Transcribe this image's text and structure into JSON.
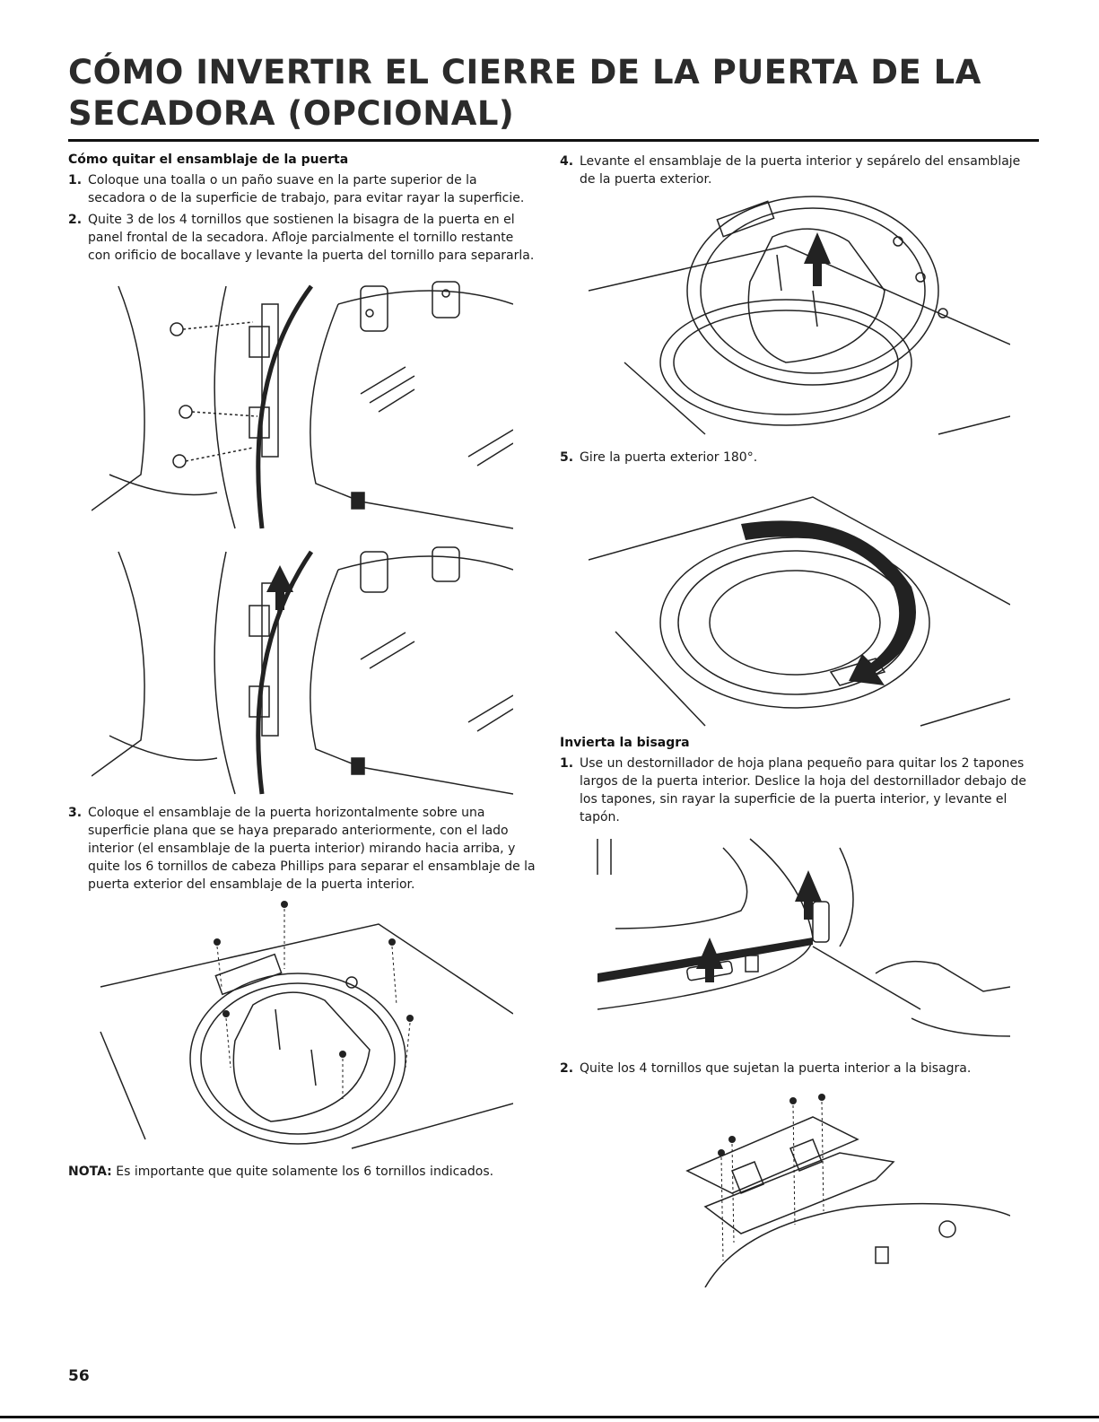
{
  "title": "CÓMO INVERTIR EL CIERRE DE LA PUERTA DE LA SECADORA (OPCIONAL)",
  "left": {
    "section_title": "Cómo quitar el ensamblaje de la puerta",
    "steps": [
      {
        "num": "1.",
        "text": "Coloque una toalla o un paño suave en la parte superior de la secadora o de la superficie de trabajo, para evitar rayar la superficie."
      },
      {
        "num": "2.",
        "text": "Quite 3 de los 4 tornillos que sostienen la bisagra de la puerta en el panel frontal de la secadora. Afloje parcialmente el tornillo restante con orificio de bocallave y levante la puerta del tornillo para separarla."
      },
      {
        "num": "3.",
        "text": "Coloque el ensamblaje de la puerta horizontalmente sobre una superficie plana que se haya preparado anteriormente, con el lado interior (el ensamblaje de la puerta interior) mirando hacia arriba, y quite los 6 tornillos de cabeza Phillips para separar el ensamblaje de la puerta exterior del ensamblaje de la puerta interior."
      }
    ],
    "note_label": "NOTA:",
    "note_text": " Es importante que quite solamente los 6 tornillos indicados."
  },
  "right": {
    "steps": [
      {
        "num": "4.",
        "text": "Levante el ensamblaje de la puerta interior y sepárelo del ensamblaje de la puerta exterior."
      },
      {
        "num": "5.",
        "text": "Gire la puerta exterior 180°."
      }
    ],
    "section_title": "Invierta la bisagra",
    "hinge_steps": [
      {
        "num": "1.",
        "text": "Use un destornillador de hoja plana pequeño para quitar los 2 tapones largos de la puerta interior. Deslice la hoja del destornillador debajo de los tapones, sin rayar la superficie de la puerta interior, y levante el tapón."
      },
      {
        "num": "2.",
        "text": "Quite los 4 tornillos que sujetan la puerta interior a la bisagra."
      }
    ]
  },
  "page_number": "56"
}
